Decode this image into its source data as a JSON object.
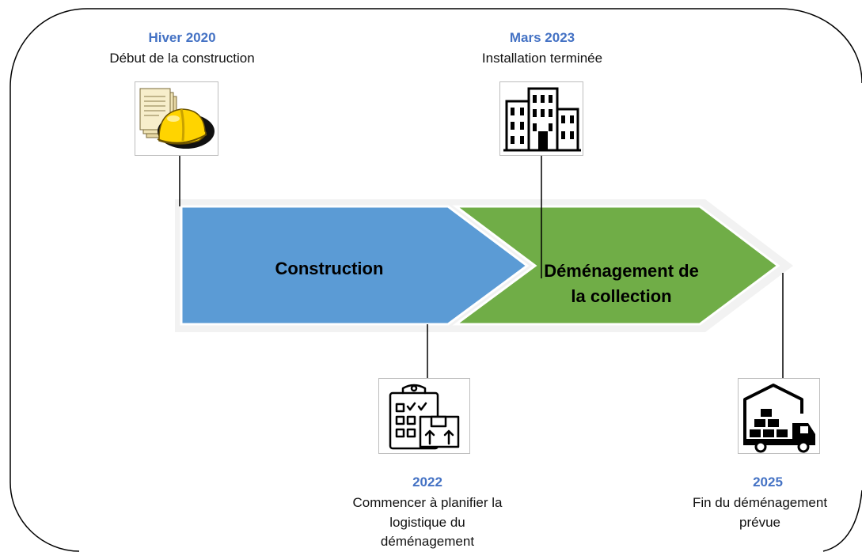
{
  "colors": {
    "year_blue": "#4472c4",
    "construction_blue": "#5b9bd5",
    "moving_green": "#70ad47",
    "helmet_yellow": "#ffd400",
    "line_black": "#000000"
  },
  "phases": {
    "construction": {
      "label": "Construction"
    },
    "moving": {
      "label_line1": "Déménagement de",
      "label_line2": "la collection"
    }
  },
  "milestones": {
    "m2020": {
      "year": "Hiver 2020",
      "desc_line1": "Début de la construction",
      "icon": "construction-helmet-documents-icon"
    },
    "m2023": {
      "year": "Mars 2023",
      "desc_line1": "Installation terminée",
      "icon": "building-icon"
    },
    "m2022": {
      "year": "2022",
      "desc_line1": "Commencer à planifier la",
      "desc_line2": "logistique du",
      "desc_line3": "déménagement",
      "icon": "planning-clipboard-boxes-icon"
    },
    "m2025": {
      "year": "2025",
      "desc_line1": "Fin du déménagement",
      "desc_line2": "prévue",
      "icon": "moving-truck-warehouse-icon"
    }
  }
}
